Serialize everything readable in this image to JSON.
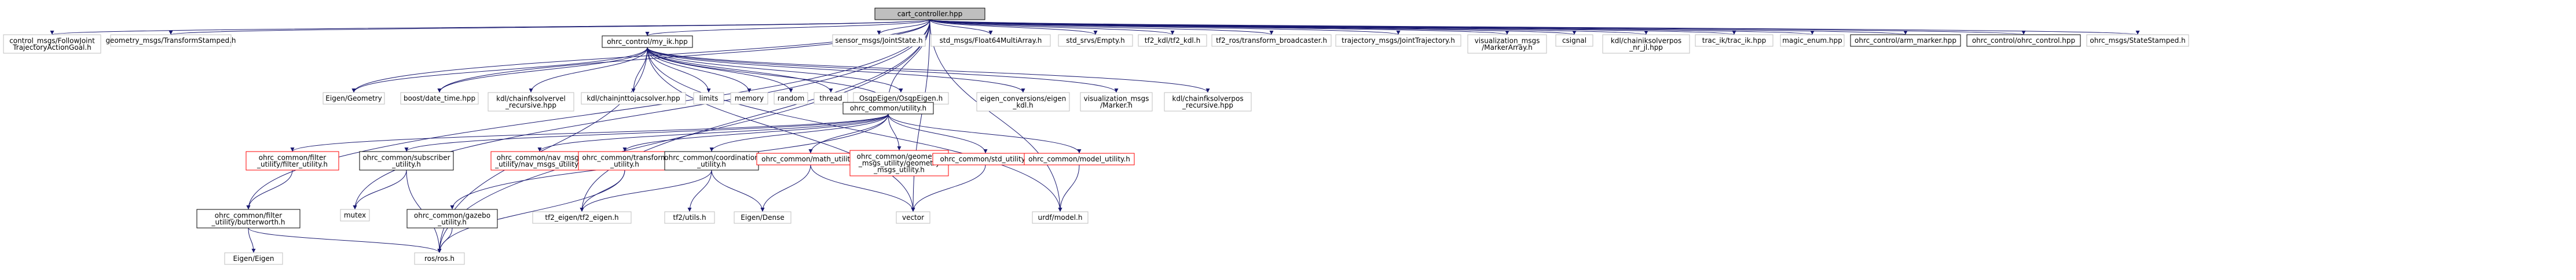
{
  "graph": {
    "nodes": [
      {
        "id": "cart",
        "lines": [
          "cart_controller.hpp"
        ],
        "style": "root"
      },
      {
        "id": "followjoint",
        "lines": [
          "control_msgs/FollowJoint",
          "TrajectoryActionGoal.h"
        ],
        "style": "plain"
      },
      {
        "id": "transformstamped",
        "lines": [
          "geometry_msgs/TransformStamped.h"
        ],
        "style": "plain"
      },
      {
        "id": "myik",
        "lines": [
          "ohrc_control/my_ik.hpp"
        ],
        "style": "black"
      },
      {
        "id": "jointstate",
        "lines": [
          "sensor_msgs/JointState.h"
        ],
        "style": "plain"
      },
      {
        "id": "float64",
        "lines": [
          "std_msgs/Float64MultiArray.h"
        ],
        "style": "plain"
      },
      {
        "id": "stdempty",
        "lines": [
          "std_srvs/Empty.h"
        ],
        "style": "plain"
      },
      {
        "id": "tf2kdl",
        "lines": [
          "tf2_kdl/tf2_kdl.h"
        ],
        "style": "plain"
      },
      {
        "id": "tf2broadcaster",
        "lines": [
          "tf2_ros/transform_broadcaster.h"
        ],
        "style": "plain"
      },
      {
        "id": "jointtraj",
        "lines": [
          "trajectory_msgs/JointTrajectory.h"
        ],
        "style": "plain"
      },
      {
        "id": "markerarray",
        "lines": [
          "visualization_msgs",
          "/MarkerArray.h"
        ],
        "style": "plain"
      },
      {
        "id": "csignal",
        "lines": [
          "csignal"
        ],
        "style": "plain"
      },
      {
        "id": "chainiksolver",
        "lines": [
          "kdl/chainiksolverpos",
          "_nr_jl.hpp"
        ],
        "style": "plain"
      },
      {
        "id": "tracik",
        "lines": [
          "trac_ik/trac_ik.hpp"
        ],
        "style": "plain"
      },
      {
        "id": "magicenum",
        "lines": [
          "magic_enum.hpp"
        ],
        "style": "plain"
      },
      {
        "id": "armmarker",
        "lines": [
          "ohrc_control/arm_marker.hpp"
        ],
        "style": "black"
      },
      {
        "id": "ohrccontrol",
        "lines": [
          "ohrc_control/ohrc_control.hpp"
        ],
        "style": "black"
      },
      {
        "id": "statestamped",
        "lines": [
          "ohrc_msgs/StateStamped.h"
        ],
        "style": "plain"
      },
      {
        "id": "eigengeom",
        "lines": [
          "Eigen/Geometry"
        ],
        "style": "plain"
      },
      {
        "id": "boostdt",
        "lines": [
          "boost/date_time.hpp"
        ],
        "style": "plain"
      },
      {
        "id": "chainfksolvervel",
        "lines": [
          "kdl/chainfksolvervel",
          "_recursive.hpp"
        ],
        "style": "plain"
      },
      {
        "id": "chainjnttojac",
        "lines": [
          "kdl/chainjnttojacsolver.hpp"
        ],
        "style": "plain"
      },
      {
        "id": "limits",
        "lines": [
          "limits"
        ],
        "style": "plain"
      },
      {
        "id": "memory",
        "lines": [
          "memory"
        ],
        "style": "plain"
      },
      {
        "id": "random",
        "lines": [
          "random"
        ],
        "style": "plain"
      },
      {
        "id": "thread",
        "lines": [
          "thread"
        ],
        "style": "plain"
      },
      {
        "id": "osqpeigen",
        "lines": [
          "OsqpEigen/OsqpEigen.h"
        ],
        "style": "plain"
      },
      {
        "id": "utility",
        "lines": [
          "ohrc_common/utility.h"
        ],
        "style": "black"
      },
      {
        "id": "eigenconv",
        "lines": [
          "eigen_conversions/eigen",
          "_kdl.h"
        ],
        "style": "plain"
      },
      {
        "id": "marker",
        "lines": [
          "visualization_msgs",
          "/Marker.h"
        ],
        "style": "plain"
      },
      {
        "id": "chainfkpos",
        "lines": [
          "kdl/chainfksolverpos",
          "_recursive.hpp"
        ],
        "style": "plain"
      },
      {
        "id": "filterutility",
        "lines": [
          "ohrc_common/filter",
          "_utility/filter_utility.h"
        ],
        "style": "red"
      },
      {
        "id": "subscriber",
        "lines": [
          "ohrc_common/subscriber",
          "_utility.h"
        ],
        "style": "black"
      },
      {
        "id": "navmsgs",
        "lines": [
          "ohrc_common/nav_msgs",
          "_utility/nav_msgs_utility.h"
        ],
        "style": "red"
      },
      {
        "id": "transformutil",
        "lines": [
          "ohrc_common/transform",
          "_utility.h"
        ],
        "style": "red"
      },
      {
        "id": "coordination",
        "lines": [
          "ohrc_common/coordination",
          "_utility.h"
        ],
        "style": "black"
      },
      {
        "id": "mathutil",
        "lines": [
          "ohrc_common/math_utility.h"
        ],
        "style": "red"
      },
      {
        "id": "geommsgs",
        "lines": [
          "ohrc_common/geometry",
          "_msgs_utility/geometry",
          "_msgs_utility.h"
        ],
        "style": "red"
      },
      {
        "id": "stdutil",
        "lines": [
          "ohrc_common/std_utility.h"
        ],
        "style": "red"
      },
      {
        "id": "modelutil",
        "lines": [
          "ohrc_common/model_utility.h"
        ],
        "style": "red"
      },
      {
        "id": "butterworth",
        "lines": [
          "ohrc_common/filter",
          "_utility/butterworth.h"
        ],
        "style": "black"
      },
      {
        "id": "mutex",
        "lines": [
          "mutex"
        ],
        "style": "plain"
      },
      {
        "id": "gazebo",
        "lines": [
          "ohrc_common/gazebo",
          "_utility.h"
        ],
        "style": "black"
      },
      {
        "id": "tf2eigen",
        "lines": [
          "tf2_eigen/tf2_eigen.h"
        ],
        "style": "plain"
      },
      {
        "id": "tf2utils",
        "lines": [
          "tf2/utils.h"
        ],
        "style": "plain"
      },
      {
        "id": "eigendense",
        "lines": [
          "Eigen/Dense"
        ],
        "style": "plain"
      },
      {
        "id": "vector",
        "lines": [
          "vector"
        ],
        "style": "plain"
      },
      {
        "id": "urdfmodel",
        "lines": [
          "urdf/model.h"
        ],
        "style": "plain"
      },
      {
        "id": "eigeneigen",
        "lines": [
          "Eigen/Eigen"
        ],
        "style": "plain"
      },
      {
        "id": "rosros",
        "lines": [
          "ros/ros.h"
        ],
        "style": "plain"
      }
    ],
    "edges": [
      [
        "cart",
        "followjoint"
      ],
      [
        "cart",
        "transformstamped"
      ],
      [
        "cart",
        "myik"
      ],
      [
        "cart",
        "jointstate"
      ],
      [
        "cart",
        "float64"
      ],
      [
        "cart",
        "stdempty"
      ],
      [
        "cart",
        "tf2kdl"
      ],
      [
        "cart",
        "tf2broadcaster"
      ],
      [
        "cart",
        "jointtraj"
      ],
      [
        "cart",
        "markerarray"
      ],
      [
        "cart",
        "csignal"
      ],
      [
        "cart",
        "chainiksolver"
      ],
      [
        "cart",
        "tracik"
      ],
      [
        "cart",
        "magicenum"
      ],
      [
        "cart",
        "armmarker"
      ],
      [
        "cart",
        "ohrccontrol"
      ],
      [
        "cart",
        "statestamped"
      ],
      [
        "cart",
        "eigengeom"
      ],
      [
        "cart",
        "boostdt"
      ],
      [
        "cart",
        "butterworth"
      ],
      [
        "cart",
        "mutex"
      ],
      [
        "cart",
        "rosros"
      ],
      [
        "cart",
        "tf2eigen"
      ],
      [
        "cart",
        "urdfmodel"
      ],
      [
        "cart",
        "vector"
      ],
      [
        "cart",
        "utility"
      ],
      [
        "myik",
        "eigengeom"
      ],
      [
        "myik",
        "boostdt"
      ],
      [
        "myik",
        "chainfksolvervel"
      ],
      [
        "myik",
        "chainjnttojac"
      ],
      [
        "myik",
        "limits"
      ],
      [
        "myik",
        "memory"
      ],
      [
        "myik",
        "random"
      ],
      [
        "myik",
        "thread"
      ],
      [
        "myik",
        "osqpeigen"
      ],
      [
        "myik",
        "utility"
      ],
      [
        "myik",
        "eigenconv"
      ],
      [
        "myik",
        "marker"
      ],
      [
        "myik",
        "chainfkpos"
      ],
      [
        "myik",
        "urdfmodel"
      ],
      [
        "myik",
        "rosros"
      ],
      [
        "myik",
        "vector"
      ],
      [
        "utility",
        "filterutility"
      ],
      [
        "utility",
        "subscriber"
      ],
      [
        "utility",
        "navmsgs"
      ],
      [
        "utility",
        "transformutil"
      ],
      [
        "utility",
        "coordination"
      ],
      [
        "utility",
        "mathutil"
      ],
      [
        "utility",
        "geommsgs"
      ],
      [
        "utility",
        "stdutil"
      ],
      [
        "utility",
        "modelutil"
      ],
      [
        "utility",
        "gazebo"
      ],
      [
        "filterutility",
        "butterworth"
      ],
      [
        "subscriber",
        "mutex"
      ],
      [
        "subscriber",
        "rosros"
      ],
      [
        "transformutil",
        "tf2eigen"
      ],
      [
        "transformutil",
        "rosros"
      ],
      [
        "coordination",
        "tf2eigen"
      ],
      [
        "coordination",
        "tf2utils"
      ],
      [
        "coordination",
        "eigendense"
      ],
      [
        "mathutil",
        "eigendense"
      ],
      [
        "mathutil",
        "vector"
      ],
      [
        "stdutil",
        "vector"
      ],
      [
        "modelutil",
        "urdfmodel"
      ],
      [
        "gazebo",
        "rosros"
      ],
      [
        "butterworth",
        "eigeneigen"
      ],
      [
        "butterworth",
        "rosros"
      ]
    ],
    "colors": {
      "edge": "#191970",
      "root_fill": "#bfbfbf",
      "black_border": "#000000",
      "red_border": "#ff0000",
      "plain_border": "#bfbfbf",
      "fill": "#ffffff"
    }
  }
}
